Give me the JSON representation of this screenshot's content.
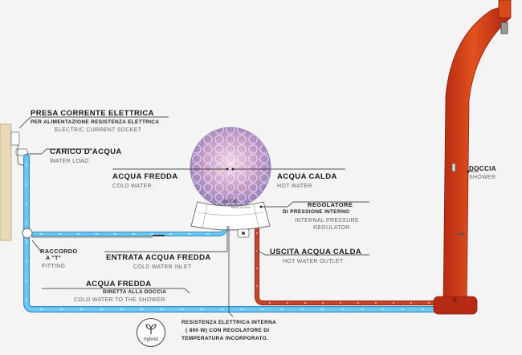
{
  "labels": {
    "presa_title": "PRESA CORRENTE ELETTRICA",
    "presa_sub_it": "PER ALIMENTAZIONE  RESISTENZA ELETTRICA",
    "presa_sub_en": "ELECTRIC CURRENT SOCKET",
    "carico_it": "CARICO D'ACQUA",
    "carico_en": "WATER LOAD",
    "fredda_it": "ACQUA FREDDA",
    "fredda_en": "COLD WATER",
    "calda_it": "ACQUA CALDA",
    "calda_en": "HOT WATER",
    "regolatore_it1": "REGOLATORE",
    "regolatore_it2": "DI PRESSIONE INTERNO",
    "regolatore_en1": "INTERNAL PRESSURE",
    "regolatore_en2": "REGULATOR",
    "doccia_it": "DOCCIA",
    "doccia_en": "SHOWER",
    "raccordo_it1": "RACCORDO",
    "raccordo_it2": "A \"T\"",
    "raccordo_en": "FITTING",
    "entrata_it": "ENTRATA ACQUA FREDDA",
    "entrata_en": "COLD WATER INLET",
    "uscita_it": "USCITA ACQUA CALDA",
    "uscita_en": "HOT WATER OUTLET",
    "diretta_title": "ACQUA FREDDA",
    "diretta_sub": "DIRETTA ALLA DOCCIA",
    "diretta_en": "COLD WATER TO THE SHOWER",
    "resistenza_1": "RESISTENZA ELETTRICA INTERNA",
    "resistenza_2": "( 800 W) CON REGOLATORE DI",
    "resistenza_3": "TEMPERATURA INCORPORATO.",
    "tank_brand": "JUNIOR",
    "tank_made": "MADE IN ITALY",
    "hybrid": "hybrid"
  },
  "colors": {
    "cold": "#5fc2ee",
    "cold_edge": "#3a8fc4",
    "hot": "#c23a22",
    "hot_edge": "#8f2414",
    "shower_top": "#d94a1a",
    "shower_bottom": "#b32a14"
  }
}
